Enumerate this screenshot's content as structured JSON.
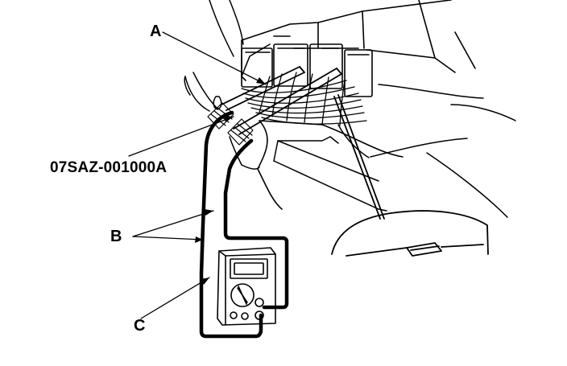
{
  "labels": {
    "a": "A",
    "tool": "07SAZ-001000A",
    "b": "B",
    "c": "C"
  },
  "colors": {
    "ink": "#000000",
    "paper": "#ffffff"
  }
}
